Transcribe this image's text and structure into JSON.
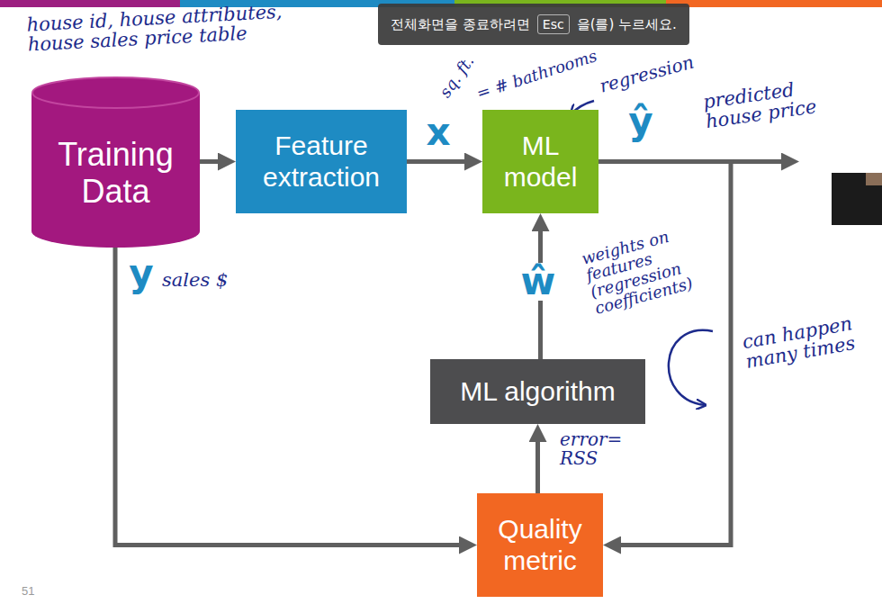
{
  "diagram": {
    "nodes": [
      {
        "text": [
          "전체화면을 종료하려면",
          "을(를) 누르세요."
        ]
      },
      {
        "text": [
          "Esc"
        ],
        "in": 0
      },
      {
        "text": [
          "Training Data"
        ]
      },
      {
        "text": [
          "Feature extraction"
        ]
      },
      {
        "text": [
          "ML model"
        ]
      },
      {
        "text": [
          "ML algorithm"
        ]
      },
      {
        "text": [
          "Quality metric"
        ]
      }
    ],
    "edges": [
      {
        "from": 2,
        "to": 3,
        "arrow": "to"
      },
      {
        "from": 3,
        "to": 4,
        "label": "x",
        "arrow": "to"
      },
      {
        "from": 4,
        "to": 6,
        "label": "ŷ",
        "arrow": "to"
      },
      {
        "from": 2,
        "to": 6,
        "label": "y",
        "arrow": "to"
      },
      {
        "from": 6,
        "to": 5,
        "arrow": "to"
      },
      {
        "from": 5,
        "to": 4,
        "label": "ŵ",
        "arrow": "to"
      }
    ],
    "labels": [
      "house id, house attributes, house sales price table",
      "sq. ft.",
      "= # bathrooms",
      "regression",
      "predicted house price",
      "sales $",
      "weights on features (regression coefficients)",
      "can happen many times",
      "error= RSS",
      "51"
    ]
  }
}
